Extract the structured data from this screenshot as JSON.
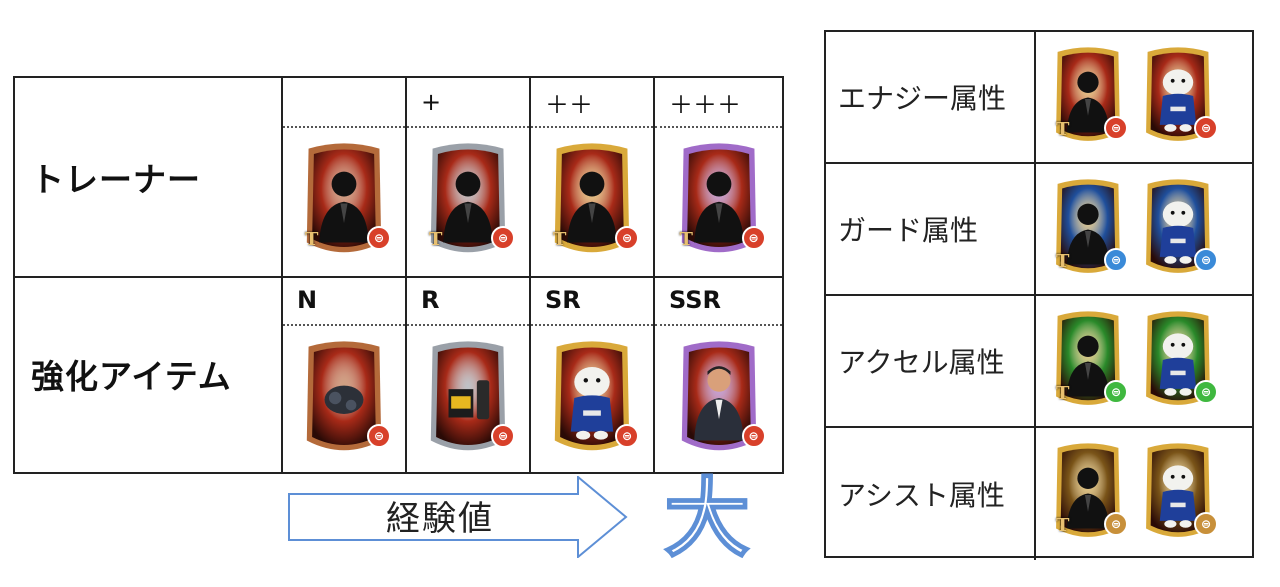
{
  "left_table": {
    "rows": [
      {
        "label": "トレーナー",
        "cols": [
          {
            "head": "",
            "tmark": "T",
            "frame": "#b46a3a",
            "bg": "#a82a18",
            "badge": "#d8402a",
            "figure": "silhouette"
          },
          {
            "head": "+",
            "tmark": "T",
            "frame": "#9aa0a8",
            "bg": "#a82a18",
            "badge": "#d8402a",
            "figure": "silhouette"
          },
          {
            "head": "＋＋",
            "tmark": "T",
            "frame": "#d9a93a",
            "bg": "#a82a18",
            "badge": "#d8402a",
            "figure": "silhouette"
          },
          {
            "head": "＋＋＋",
            "tmark": "T",
            "frame": "#a06bc8",
            "bg": "#a82a18",
            "badge": "#d8402a",
            "figure": "silhouette"
          }
        ]
      },
      {
        "label": "強化アイテム",
        "cols": [
          {
            "head": "N",
            "frame": "#b46a3a",
            "bg": "#a82a18",
            "badge": "#d8402a",
            "figure": "item-ball"
          },
          {
            "head": "R",
            "frame": "#9aa0a8",
            "bg": "#a82a18",
            "badge": "#d8402a",
            "figure": "item-bottle"
          },
          {
            "head": "SR",
            "frame": "#d9a93a",
            "bg": "#a82a18",
            "badge": "#d8402a",
            "figure": "mascot"
          },
          {
            "head": "SSR",
            "frame": "#a06bc8",
            "bg": "#a82a18",
            "badge": "#d8402a",
            "figure": "person"
          }
        ]
      }
    ]
  },
  "arrow": {
    "label": "経験値",
    "big_char": "大"
  },
  "right_table": {
    "rows": [
      {
        "label": "エナジー属性",
        "bg": "#a82a18",
        "badge": "#d8402a"
      },
      {
        "label": "ガード属性",
        "bg": "#1f4f9c",
        "badge": "#3a8ad8"
      },
      {
        "label": "アクセル属性",
        "bg": "#2a8a2a",
        "badge": "#3fb83f"
      },
      {
        "label": "アシスト属性",
        "bg": "#7a5418",
        "badge": "#c8903a"
      }
    ],
    "frame": "#d9a93a"
  }
}
